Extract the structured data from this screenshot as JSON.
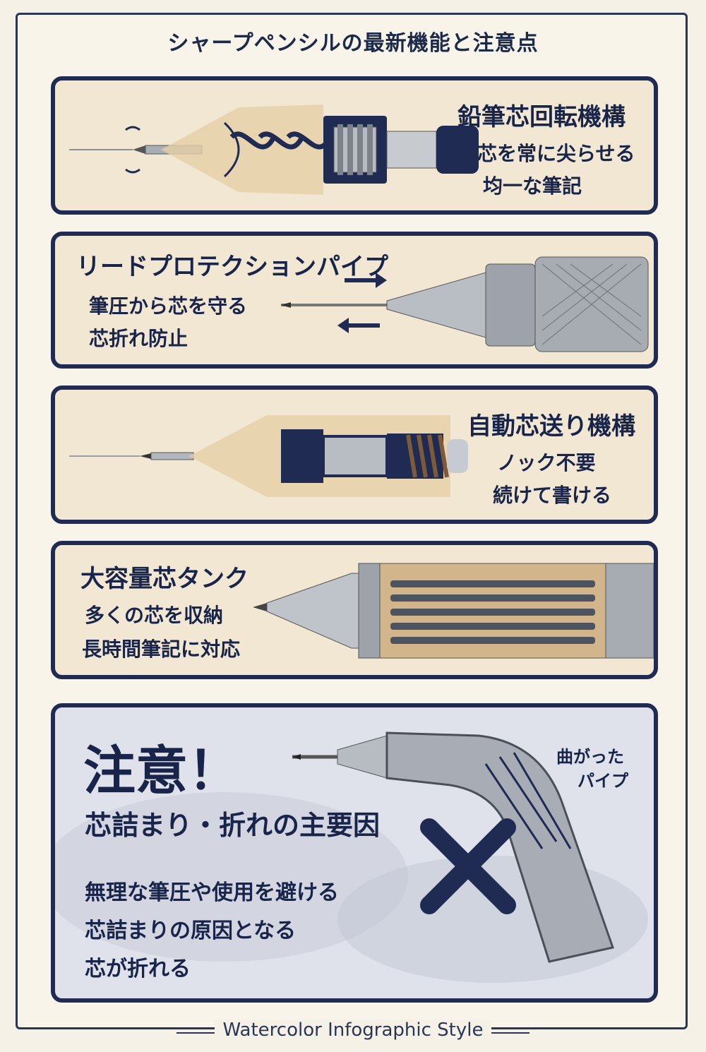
{
  "title": "シャープペンシルの最新機能と注意点",
  "panels": [
    {
      "heading": "鉛筆芯回転機構",
      "lines": [
        "芯を常に尖らせる",
        "均一な筆記"
      ]
    },
    {
      "heading": "リードプロテクションパイプ",
      "lines": [
        "筆圧から芯を守る",
        "芯折れ防止"
      ]
    },
    {
      "heading": "自動芯送り機構",
      "lines": [
        "ノック不要",
        "続けて書ける"
      ]
    },
    {
      "heading": "大容量芯タンク",
      "lines": [
        "多くの芯を収納",
        "長時間筆記に対応"
      ]
    }
  ],
  "warning": {
    "title": "注意！",
    "subtitle": "芯詰まり・折れの主要因",
    "lines": [
      "無理な筆圧や使用を避ける",
      "芯詰まりの原因となる",
      "芯が折れる"
    ],
    "callout": [
      "曲がった",
      "パイプ"
    ]
  },
  "footer": "Watercolor Infographic Style",
  "colors": {
    "navy": "#1f2b52",
    "paper": "#f1e7d2",
    "metal": "#9aa0a8"
  }
}
